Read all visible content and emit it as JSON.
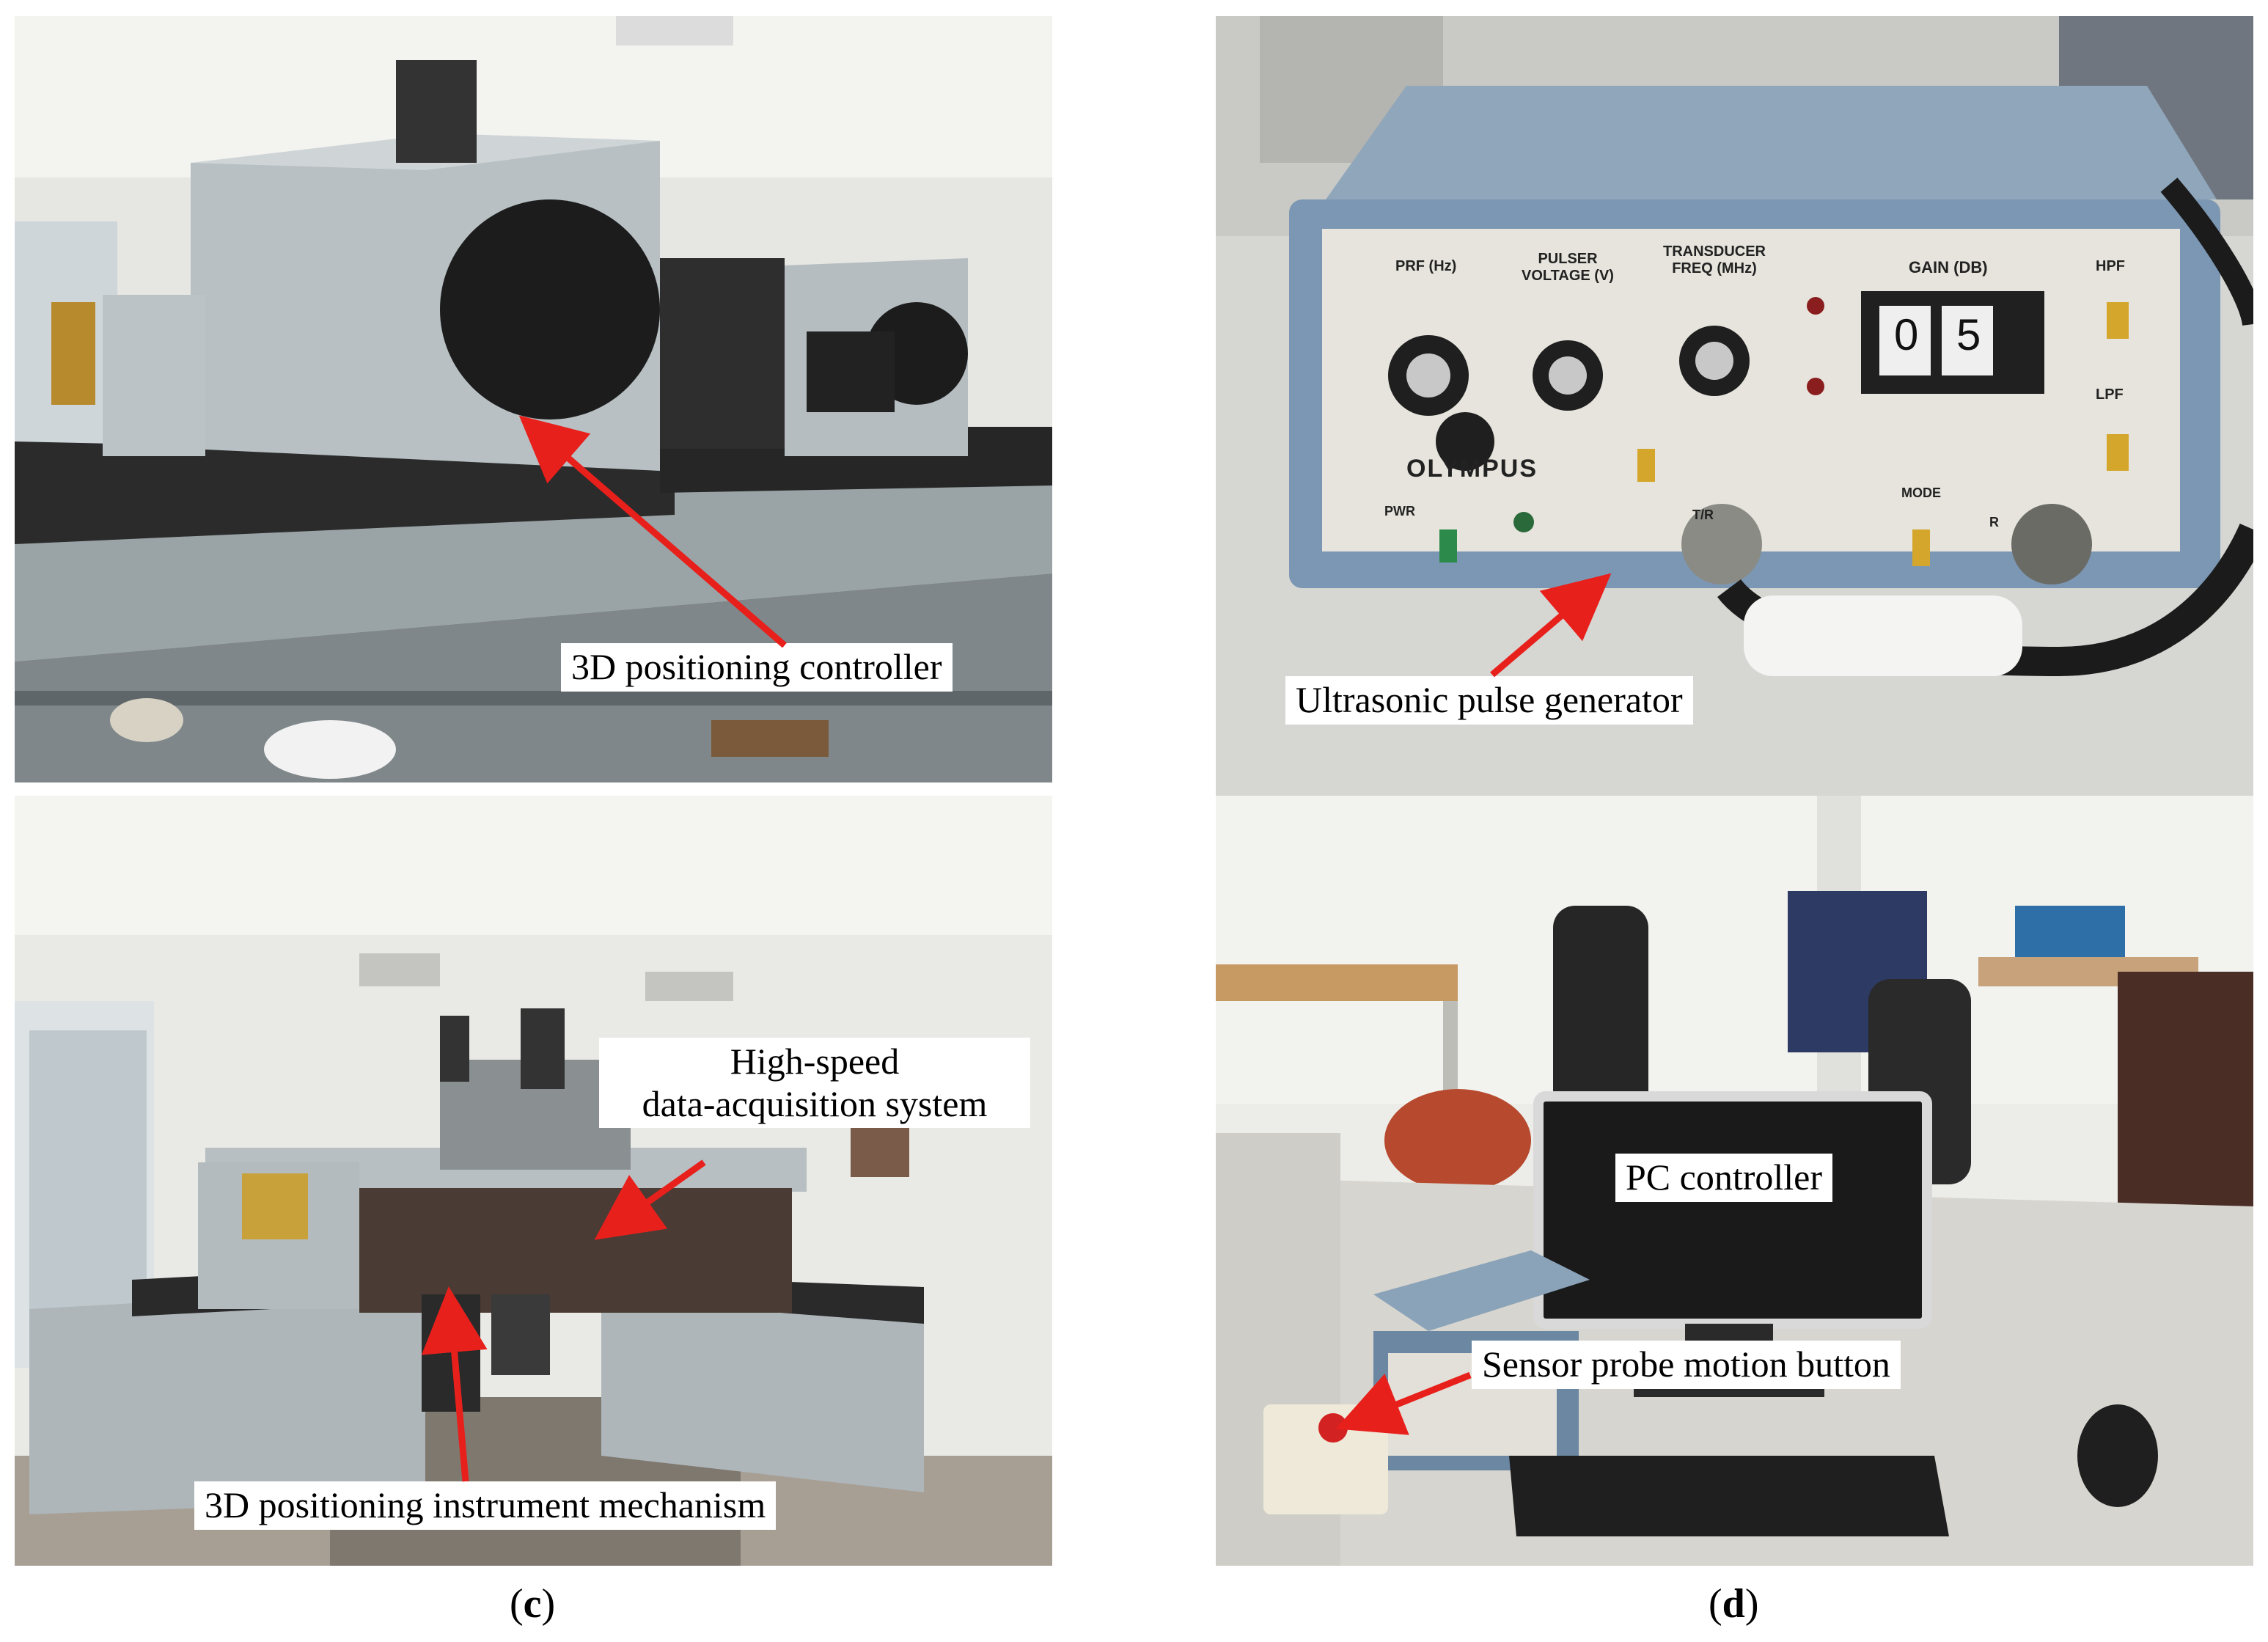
{
  "panels": {
    "a": {
      "label": "3D positioning controller"
    },
    "b": {
      "label": "Ultrasonic pulse generator",
      "device": {
        "prf": "PRF (Hz)",
        "pulser_voltage": "PULSER VOLTAGE (V)",
        "transducer_freq": "TRANSDUCER FREQ (MHz)",
        "gain": "GAIN (DB)",
        "gain_digits": [
          "0",
          "5"
        ],
        "hpf": "HPF",
        "lpf": "LPF",
        "brand": "OLYMPUS",
        "pwr": "PWR",
        "tr": "T/R",
        "mode": "MODE",
        "r": "R"
      }
    },
    "c": {
      "label_daq_line1": "High-speed",
      "label_daq_line2": "data-acquisition system",
      "label_mechanism": "3D positioning instrument mechanism",
      "caption_open": "(",
      "caption_letter": "c",
      "caption_close": ")"
    },
    "d": {
      "label_pc": "PC controller",
      "label_button": "Sensor probe motion button",
      "caption_open": "(",
      "caption_letter": "d",
      "caption_close": ")"
    }
  },
  "colors": {
    "arrow": "#e8201c",
    "machine": "#b9c1c4",
    "blade": "#2a2a2a"
  }
}
